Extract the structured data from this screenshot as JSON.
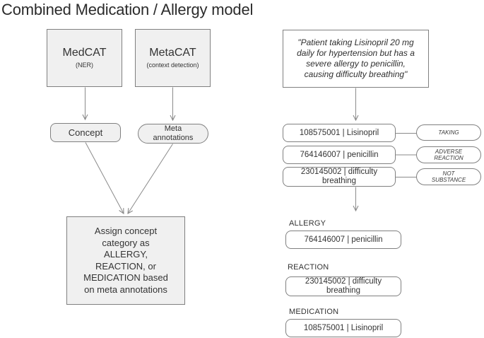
{
  "title": "Combined Medication / Allergy model",
  "colors": {
    "node_fill": "#f0f0f0",
    "node_border": "#808080",
    "connector": "#8a8a8a",
    "text": "#333333"
  },
  "pipeline": {
    "medcat": {
      "name": "MedCAT",
      "subtitle": "(NER)"
    },
    "metacat": {
      "name": "MetaCAT",
      "subtitle": "(context detection)"
    },
    "concept_label": "Concept",
    "meta_annotations_label": "Meta\nannotations",
    "assign_label": "Assign concept\ncategory as\nALLERGY,\nREACTION, or\nMEDICATION based\non meta annotations"
  },
  "example": {
    "quote": "\"Patient taking Lisinopril 20 mg\ndaily for hypertension but has a\nsevere allergy to penicillin,\ncausing difficulty breathing\"",
    "entities": [
      {
        "label": "108575001 | Lisinopril",
        "annotation": "TAKING"
      },
      {
        "label": "764146007 | penicillin",
        "annotation": "ADVERSE\nREACTION"
      },
      {
        "label": "230145002 | difficulty\nbreathing",
        "annotation": "NOT\nSUBSTANCE"
      }
    ],
    "categories": [
      {
        "name": "ALLERGY",
        "value": "764146007 | penicillin"
      },
      {
        "name": "REACTION",
        "value": "230145002 | difficulty\nbreathing"
      },
      {
        "name": "MEDICATION",
        "value": "108575001 | Lisinopril"
      }
    ]
  }
}
